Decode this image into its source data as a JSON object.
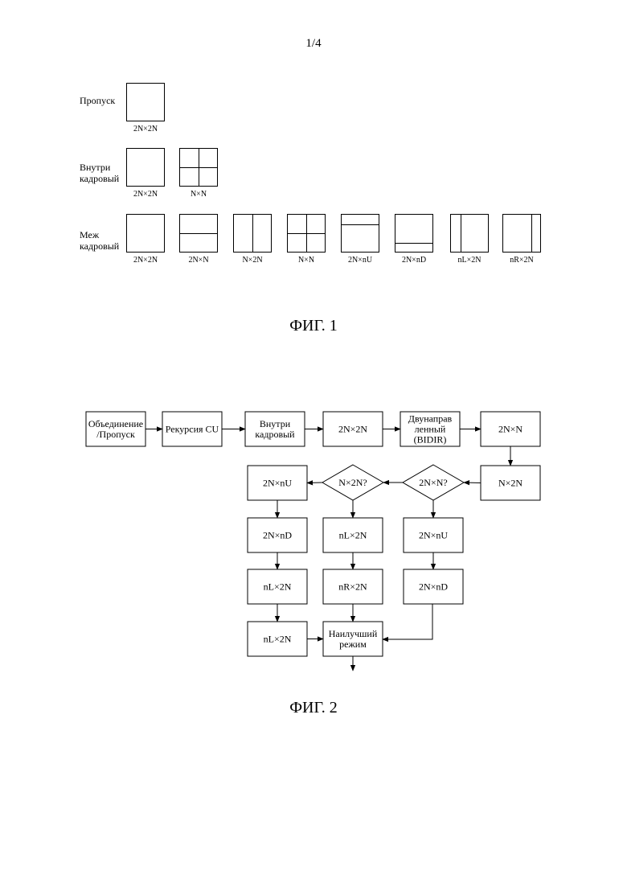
{
  "page": {
    "number": "1/4"
  },
  "figure1": {
    "caption": "ФИГ. 1",
    "rows": [
      {
        "label": [
          "Пропуск"
        ],
        "cells": [
          {
            "caption": "2N×2N",
            "split": "none"
          }
        ]
      },
      {
        "label": [
          "Внутри",
          "кадровый"
        ],
        "cells": [
          {
            "caption": "2N×2N",
            "split": "none"
          },
          {
            "caption": "N×N",
            "split": "quad"
          }
        ]
      },
      {
        "label": [
          "Меж",
          "кадровый"
        ],
        "cells": [
          {
            "caption": "2N×2N",
            "split": "none"
          },
          {
            "caption": "2N×N",
            "split": "h50"
          },
          {
            "caption": "N×2N",
            "split": "v50"
          },
          {
            "caption": "N×N",
            "split": "quad"
          },
          {
            "caption": "2N×nU",
            "split": "h25"
          },
          {
            "caption": "2N×nD",
            "split": "h75"
          },
          {
            "caption": "nL×2N",
            "split": "v25"
          },
          {
            "caption": "nR×2N",
            "split": "v75"
          }
        ]
      }
    ]
  },
  "figure2": {
    "caption": "ФИГ. 2",
    "nodes": {
      "merge_skip": [
        "Объединение",
        "/Пропуск"
      ],
      "cu_recursion": [
        "Рекурсия CU"
      ],
      "intra": [
        "Внутри",
        "кадровый"
      ],
      "p2Nx2N": [
        "2N×2N"
      ],
      "bidir": [
        "Двунаправ",
        "ленный",
        "(BIDIR)"
      ],
      "p2NxN": [
        "2N×N"
      ],
      "pNx2N": [
        "N×2N"
      ],
      "dec_2NxN": [
        "2N×N?"
      ],
      "dec_Nx2N": [
        "N×2N?"
      ],
      "left_2NxnU": [
        "2N×nU"
      ],
      "left_2NxnD": [
        "2N×nD"
      ],
      "left_nLx2N_a": [
        "nL×2N"
      ],
      "left_nLx2N_b": [
        "nL×2N"
      ],
      "mid_nLx2N": [
        "nL×2N"
      ],
      "mid_nRx2N": [
        "nR×2N"
      ],
      "right_2NxnU": [
        "2N×nU"
      ],
      "right_2NxnD": [
        "2N×nD"
      ],
      "best_mode": [
        "Наилучший",
        "режим"
      ]
    }
  }
}
